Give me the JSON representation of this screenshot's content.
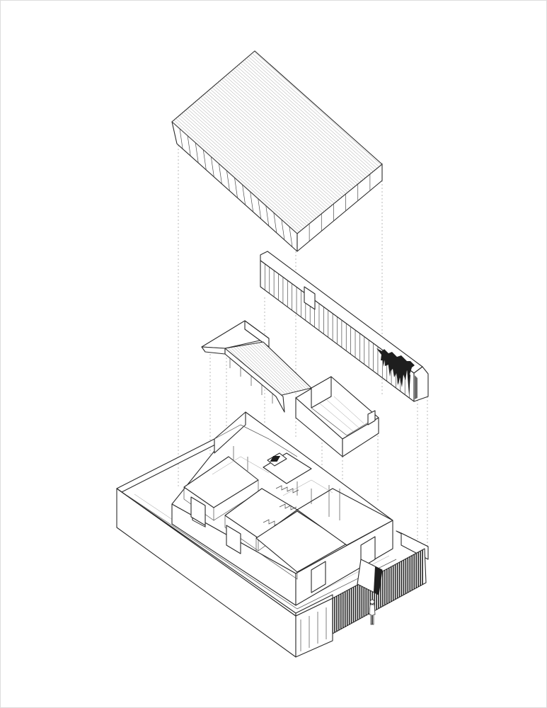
{
  "diagram": {
    "type": "exploded-axonometric",
    "components": [
      "roof-module",
      "screen-wall-with-planting",
      "upper-floor-module",
      "ground-floor-plan-volume",
      "perimeter-wall",
      "entrance-screen-gate",
      "human-figure"
    ],
    "colors": {
      "line": "#2a2a2a",
      "guide": "#8c8c8c",
      "background": "#ffffff",
      "dark_fill": "#1e1e1e"
    }
  }
}
